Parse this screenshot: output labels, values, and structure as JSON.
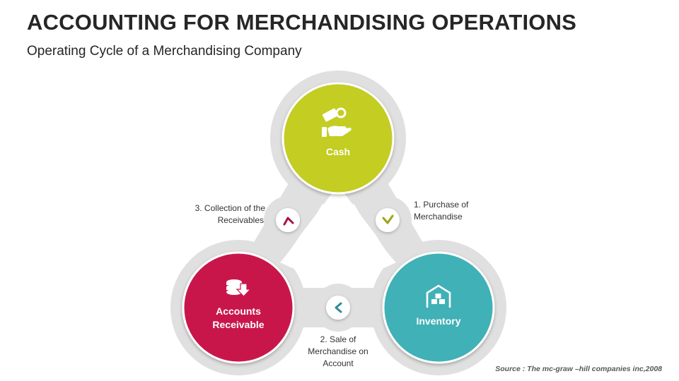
{
  "header": {
    "title": "ACCOUNTING FOR MERCHANDISING OPERATIONS",
    "subtitle": "Operating Cycle of a Merchandising Company"
  },
  "nodes": {
    "cash": {
      "label": "Cash",
      "color": "#c3cd22",
      "icon": "money-in-hand-icon"
    },
    "inventory": {
      "label": "Inventory",
      "color": "#3fb1b6",
      "icon": "warehouse-icon"
    },
    "receivable": {
      "label_line1": "Accounts",
      "label_line2": "Receivable",
      "color": "#c8174b",
      "icon": "coins-down-arrow-icon"
    }
  },
  "steps": {
    "purchase": {
      "line1": "1. Purchase of",
      "line2": "Merchandise",
      "arrow_color": "#9aa51c"
    },
    "sale": {
      "line1": "2. Sale of",
      "line2": "Merchandise on",
      "line3": "Account",
      "arrow_color": "#2d8e93"
    },
    "collection": {
      "line1": "3. Collection of the",
      "line2": "Receivables",
      "arrow_color": "#a8143f"
    }
  },
  "colors": {
    "ring": "#e0e0e0",
    "ring_edge": "#c8c8c8"
  },
  "source": "Source : The mc-graw –hill companies inc,2008"
}
